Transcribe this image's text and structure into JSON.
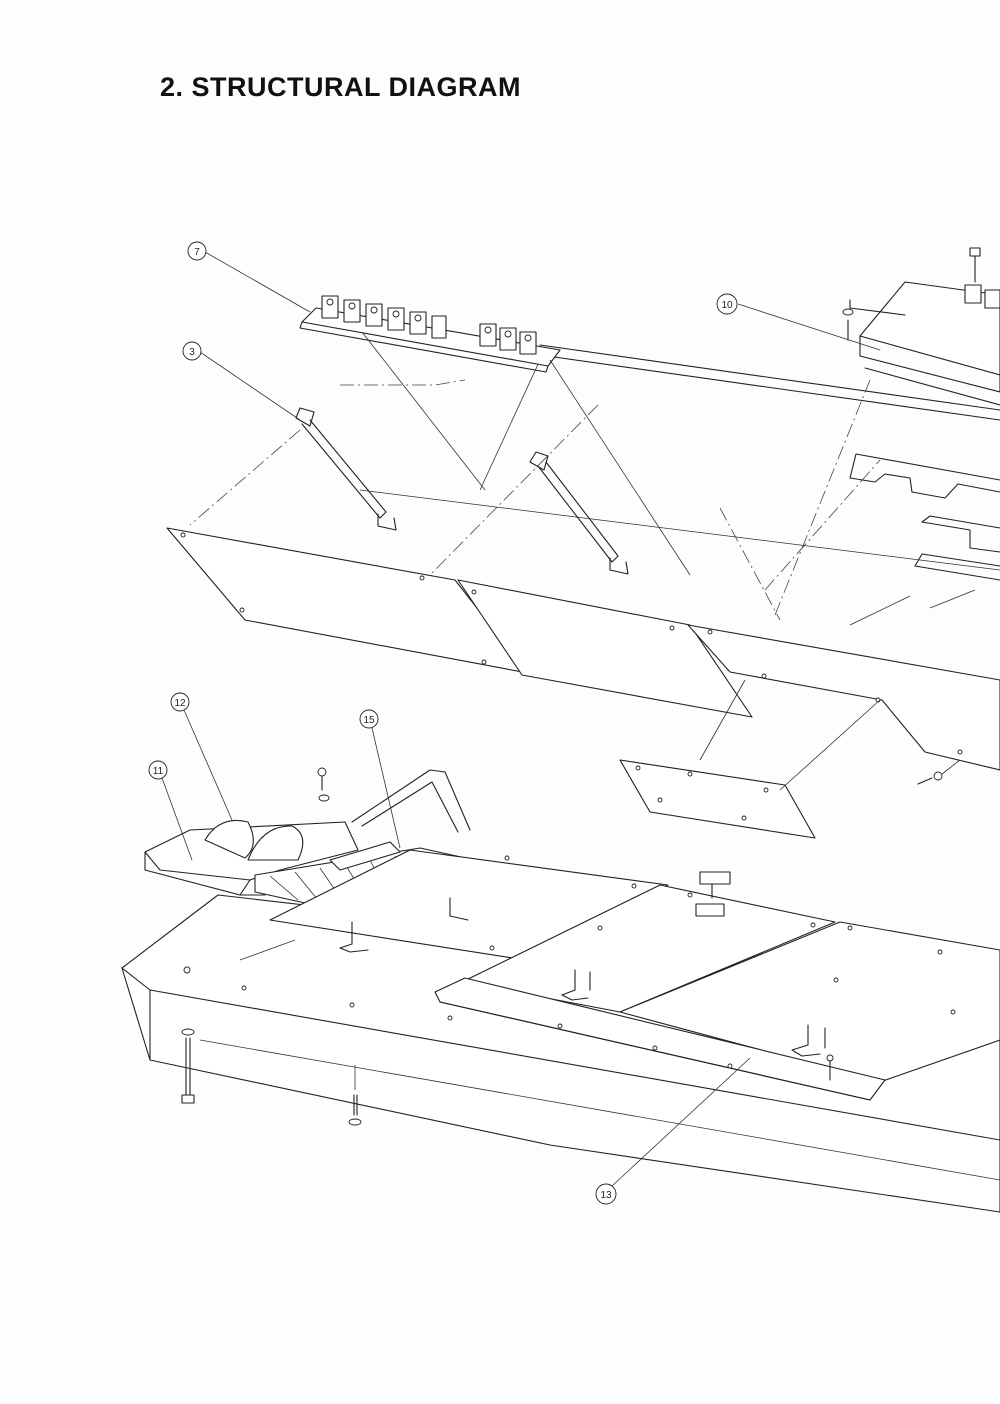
{
  "page": {
    "title": "2. STRUCTURAL DIAGRAM"
  },
  "callouts": [
    {
      "id": "c7",
      "label": "7"
    },
    {
      "id": "c3",
      "label": "3"
    },
    {
      "id": "c10",
      "label": "10"
    },
    {
      "id": "c12",
      "label": "12"
    },
    {
      "id": "c11",
      "label": "11"
    },
    {
      "id": "c15",
      "label": "15"
    },
    {
      "id": "c13",
      "label": "13"
    }
  ]
}
